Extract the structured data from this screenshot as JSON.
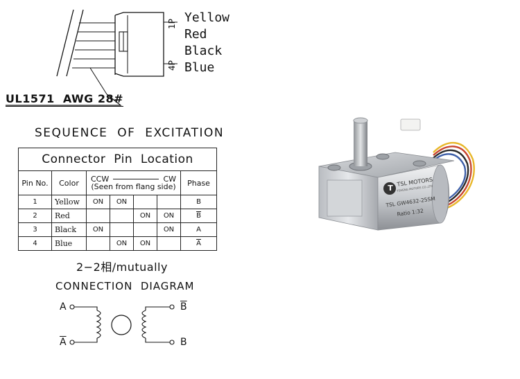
{
  "connector": {
    "wires": [
      {
        "color_name": "Yellow",
        "pin": "1P"
      },
      {
        "color_name": "Red",
        "pin": ""
      },
      {
        "color_name": "Black",
        "pin": ""
      },
      {
        "color_name": "Blue",
        "pin": "4P"
      }
    ],
    "cable_label": "UL1571  AWG 28#"
  },
  "sequence": {
    "title": "SEQUENCE  OF  EXCITATION",
    "table_title": "Connector  Pin  Location",
    "headers": {
      "pin_no": "Pin No.",
      "color": "Color",
      "ccw": "CCW",
      "cw": "CW",
      "direction_note": "(Seen from flang side)",
      "phase": "Phase"
    },
    "rows": [
      {
        "pin": "1",
        "color": "Yellow",
        "steps": [
          "ON",
          "ON",
          "",
          ""
        ],
        "phase": "B",
        "phase_bar": false
      },
      {
        "pin": "2",
        "color": "Red",
        "steps": [
          "",
          "",
          "ON",
          "ON"
        ],
        "phase": "B",
        "phase_bar": true
      },
      {
        "pin": "3",
        "color": "Black",
        "steps": [
          "ON",
          "",
          "",
          "ON"
        ],
        "phase": "A",
        "phase_bar": false
      },
      {
        "pin": "4",
        "color": "Blue",
        "steps": [
          "",
          "ON",
          "ON",
          ""
        ],
        "phase": "A",
        "phase_bar": true
      }
    ],
    "footnote": "2−2相/mutually"
  },
  "connection": {
    "title": "CONNECTION  DIAGRAM",
    "terminals": {
      "left_top": "A",
      "left_bottom": "A",
      "right_top": "B",
      "right_bottom": "B"
    }
  },
  "motor_photo": {
    "brand": "TSL MOTORS",
    "brand_sub": "TSHENG MOTORS CO.,LTD",
    "model": "TSL GW4632-25SM",
    "ratio": "Ratio 1:32",
    "logo_letter": "T"
  },
  "colors": {
    "line": "#111111",
    "yellow_wire": "#e8b72a",
    "red_wire": "#c8452f",
    "blue_wire": "#3e5fa8",
    "black_wire": "#2a2a2a",
    "metal": "#c9ccd0"
  }
}
